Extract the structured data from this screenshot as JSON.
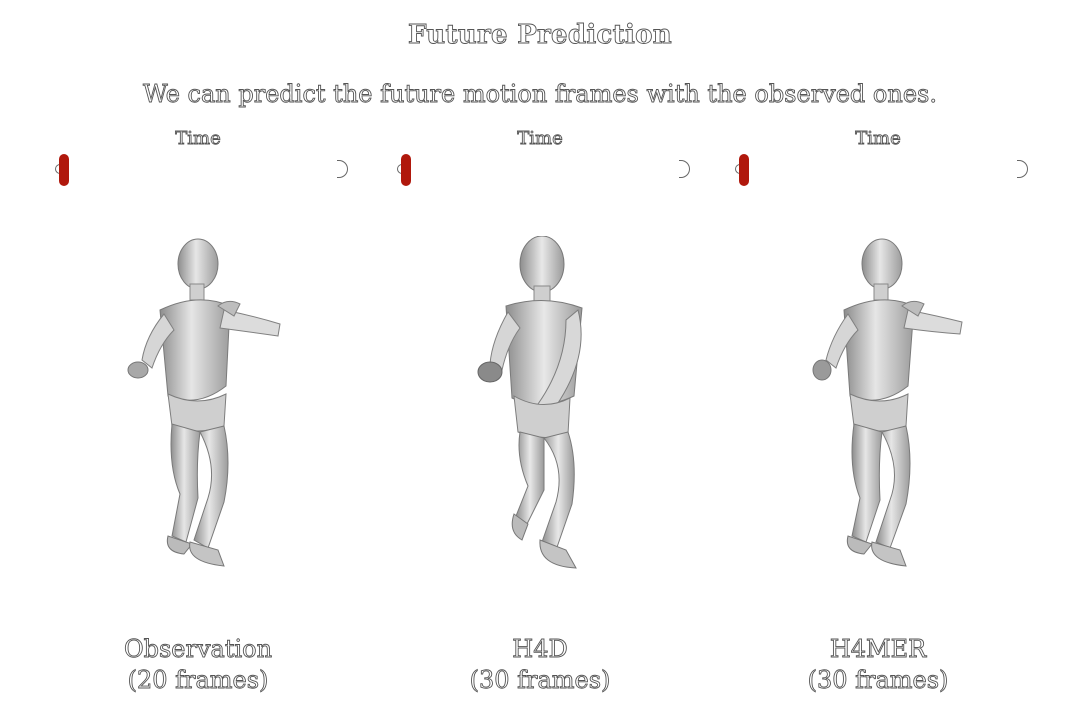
{
  "header": {
    "title": "Future Prediction",
    "subtitle": "We can predict the future motion frames with the observed ones."
  },
  "panels": [
    {
      "time_label": "Time",
      "slider_progress": 0.0,
      "caption_line1": "Observation",
      "caption_line2": "(20 frames)"
    },
    {
      "time_label": "Time",
      "slider_progress": 0.0,
      "caption_line1": "H4D",
      "caption_line2": "(30 frames)"
    },
    {
      "time_label": "Time",
      "slider_progress": 0.0,
      "caption_line1": "H4MER",
      "caption_line2": "(30 frames)"
    }
  ],
  "colors": {
    "slider_thumb": "#b0180c",
    "mesh_fill": "#d9d9d9",
    "mesh_shade": "#9a9a9a"
  }
}
